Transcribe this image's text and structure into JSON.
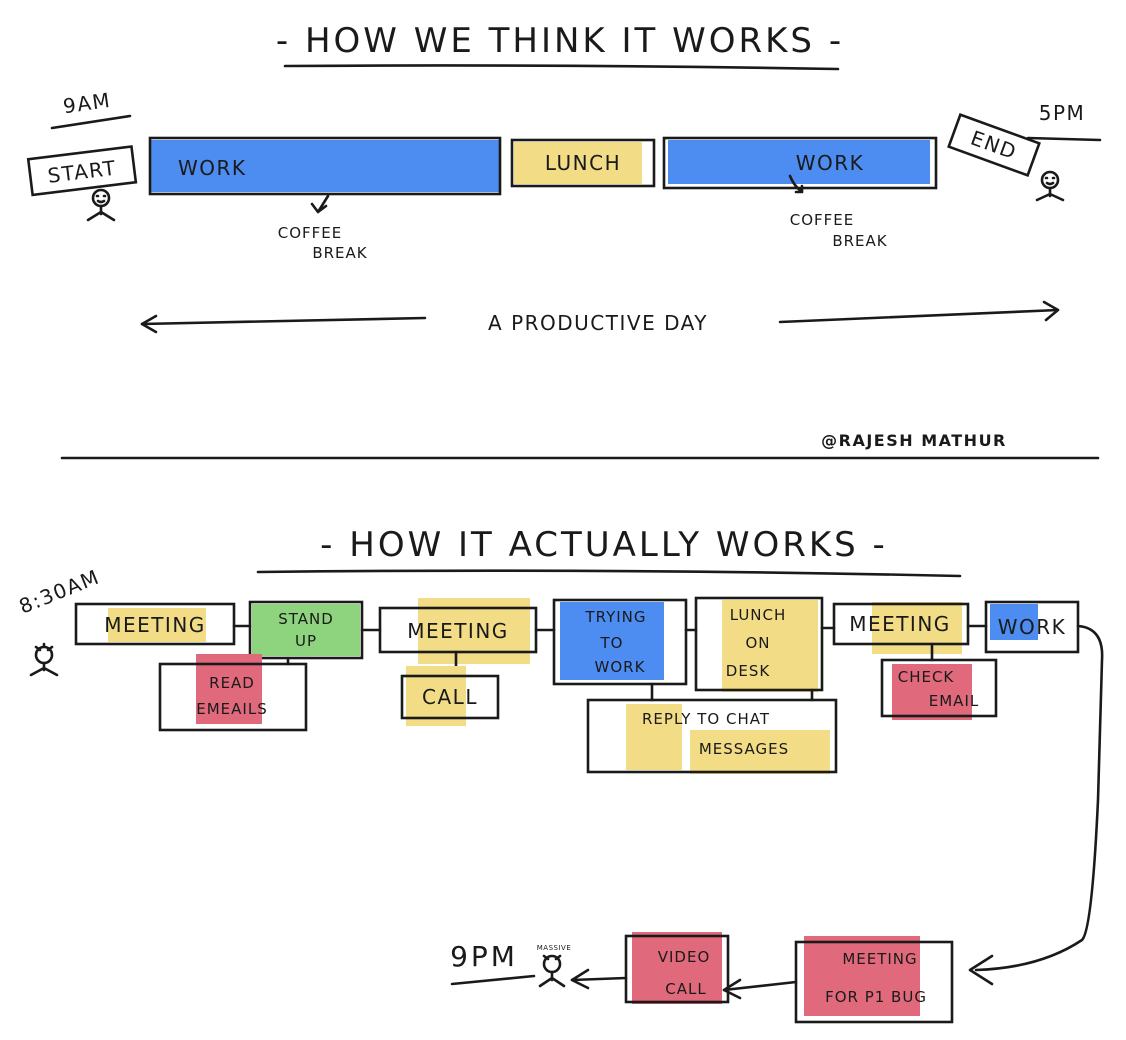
{
  "colors": {
    "blue": "#4d8cf0",
    "yellow": "#f2dc86",
    "green": "#8ed47e",
    "red": "#e06a7c",
    "ink": "#1a1a1a"
  },
  "top": {
    "title": "- HOW WE THINK IT WORKS -",
    "start_time": "9AM",
    "start_label": "START",
    "end_time": "5PM",
    "end_label": "END",
    "work1": "WORK",
    "lunch": "LUNCH",
    "work2": "WORK",
    "coffee1_line1": "COFFEE",
    "coffee1_line2": "BREAK",
    "coffee2_line1": "COFFEE",
    "coffee2_line2": "BREAK",
    "productive": "A PRODUCTIVE DAY"
  },
  "credit": "@RAJESH MATHUR",
  "bottom": {
    "title": "- HOW IT ACTUALLY WORKS -",
    "start_time": "8:30AM",
    "end_time": "9PM",
    "stressed_label": "MASSIVE",
    "meeting1": "MEETING",
    "standup_line1": "STAND",
    "standup_line2": "UP",
    "meeting2": "MEETING",
    "trying_line1": "TRYING",
    "trying_line2": "TO",
    "trying_line3": "WORK",
    "lunch_line1": "LUNCH",
    "lunch_line2": "ON",
    "lunch_line3": "DESK",
    "meeting3": "MEETING",
    "work": "WORK",
    "read_line1": "READ",
    "read_line2": "EMEAILS",
    "call": "CALL",
    "reply_line1": "REPLY TO CHAT",
    "reply_line2": "MESSAGES",
    "check_line1": "CHECK",
    "check_line2": "EMAIL",
    "video_line1": "VIDEO",
    "video_line2": "CALL",
    "bug_line1": "MEETING",
    "bug_line2": "FOR P1 BUG"
  }
}
